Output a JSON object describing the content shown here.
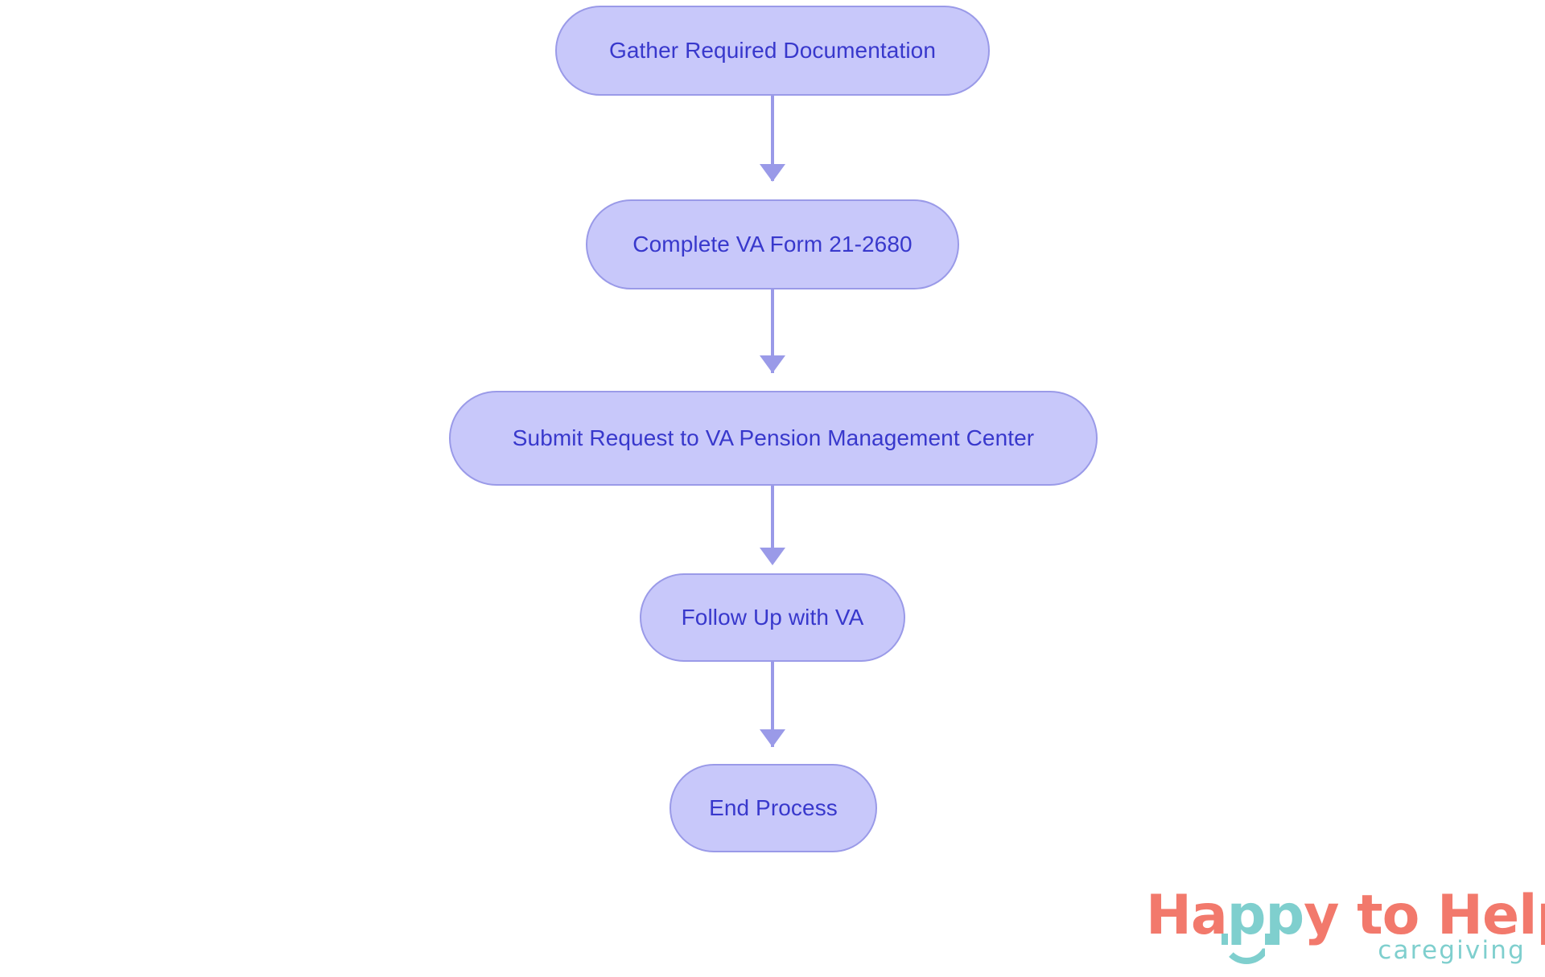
{
  "diagram": {
    "type": "flowchart",
    "orientation": "top-to-bottom",
    "node_fill": "#c8c8fa",
    "node_border": "#9a9ae8",
    "node_text_color": "#3838cc",
    "edge_color": "#9a9ae8",
    "background": "#ffffff",
    "nodes": [
      {
        "id": "n0",
        "label": "Gather Required Documentation"
      },
      {
        "id": "n1",
        "label": "Complete VA Form 21-2680"
      },
      {
        "id": "n2",
        "label": "Submit Request to VA Pension Management Center"
      },
      {
        "id": "n3",
        "label": "Follow Up with VA"
      },
      {
        "id": "n4",
        "label": "End Process"
      }
    ],
    "edges": [
      {
        "from": "n0",
        "to": "n1",
        "label": ""
      },
      {
        "from": "n1",
        "to": "n2",
        "label": ""
      },
      {
        "from": "n2",
        "to": "n3",
        "label": ""
      },
      {
        "from": "n3",
        "to": "n4",
        "label": ""
      }
    ]
  },
  "logo": {
    "word_1": "Ha",
    "word_2": "pp",
    "word_3": "y to Help",
    "tagline": "caregiving",
    "coral": "#f2796c",
    "teal": "#7fcfce"
  }
}
